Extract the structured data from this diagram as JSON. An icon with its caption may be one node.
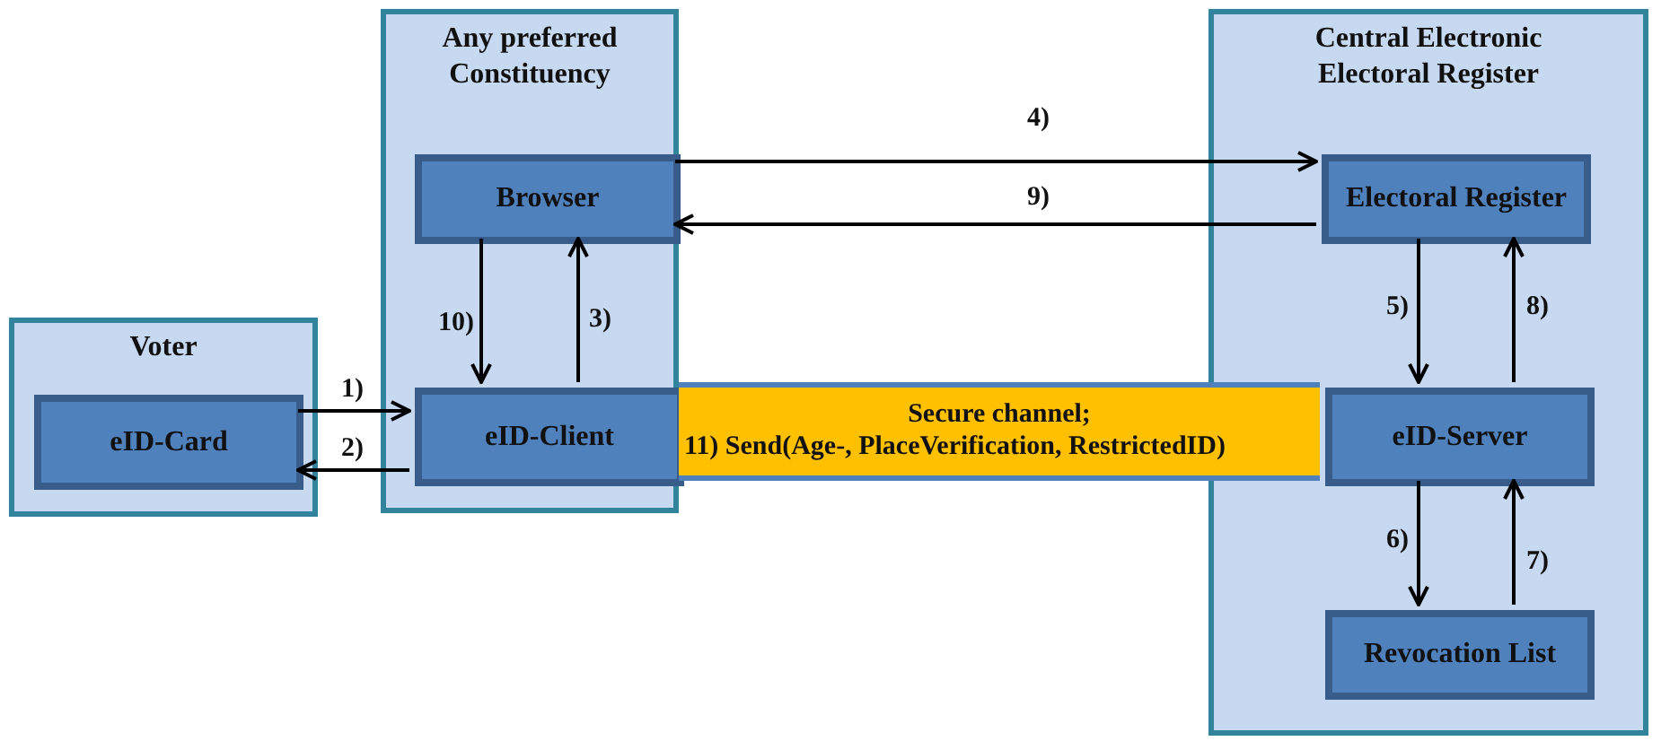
{
  "diagram": {
    "nodes": [
      {
        "text": [
          "Voter"
        ]
      },
      {
        "text": [
          "eID-Card"
        ],
        "in": 0
      },
      {
        "text": [
          "Any preferred Constituency"
        ]
      },
      {
        "text": [
          "Browser"
        ],
        "in": 2
      },
      {
        "text": [
          "eID-Client"
        ],
        "in": 2
      },
      {
        "text": [
          "Central Electronic Electoral Register"
        ]
      },
      {
        "text": [
          "Electoral Register"
        ],
        "in": 5
      },
      {
        "text": [
          "eID-Server"
        ],
        "in": 5
      },
      {
        "text": [
          "Revocation List"
        ],
        "in": 5
      },
      {
        "text": [
          "Secure channel;",
          "11) Send(Age-, PlaceVerification, RestrictedID)"
        ]
      }
    ],
    "edges": [
      {
        "from": 1,
        "to": 4,
        "arrow": "to",
        "label": "1)"
      },
      {
        "from": 4,
        "to": 1,
        "arrow": "to",
        "label": "2)"
      },
      {
        "from": 4,
        "to": 3,
        "arrow": "to",
        "label": "3)"
      },
      {
        "from": 3,
        "to": 6,
        "arrow": "to",
        "label": "4)"
      },
      {
        "from": 6,
        "to": 7,
        "arrow": "to",
        "label": "5)"
      },
      {
        "from": 7,
        "to": 8,
        "arrow": "to",
        "label": "6)"
      },
      {
        "from": 8,
        "to": 7,
        "arrow": "to",
        "label": "7)"
      },
      {
        "from": 7,
        "to": 6,
        "arrow": "to",
        "label": "8)"
      },
      {
        "from": 6,
        "to": 3,
        "arrow": "to",
        "label": "9)"
      },
      {
        "from": 3,
        "to": 4,
        "arrow": "to",
        "label": "10)"
      }
    ]
  }
}
